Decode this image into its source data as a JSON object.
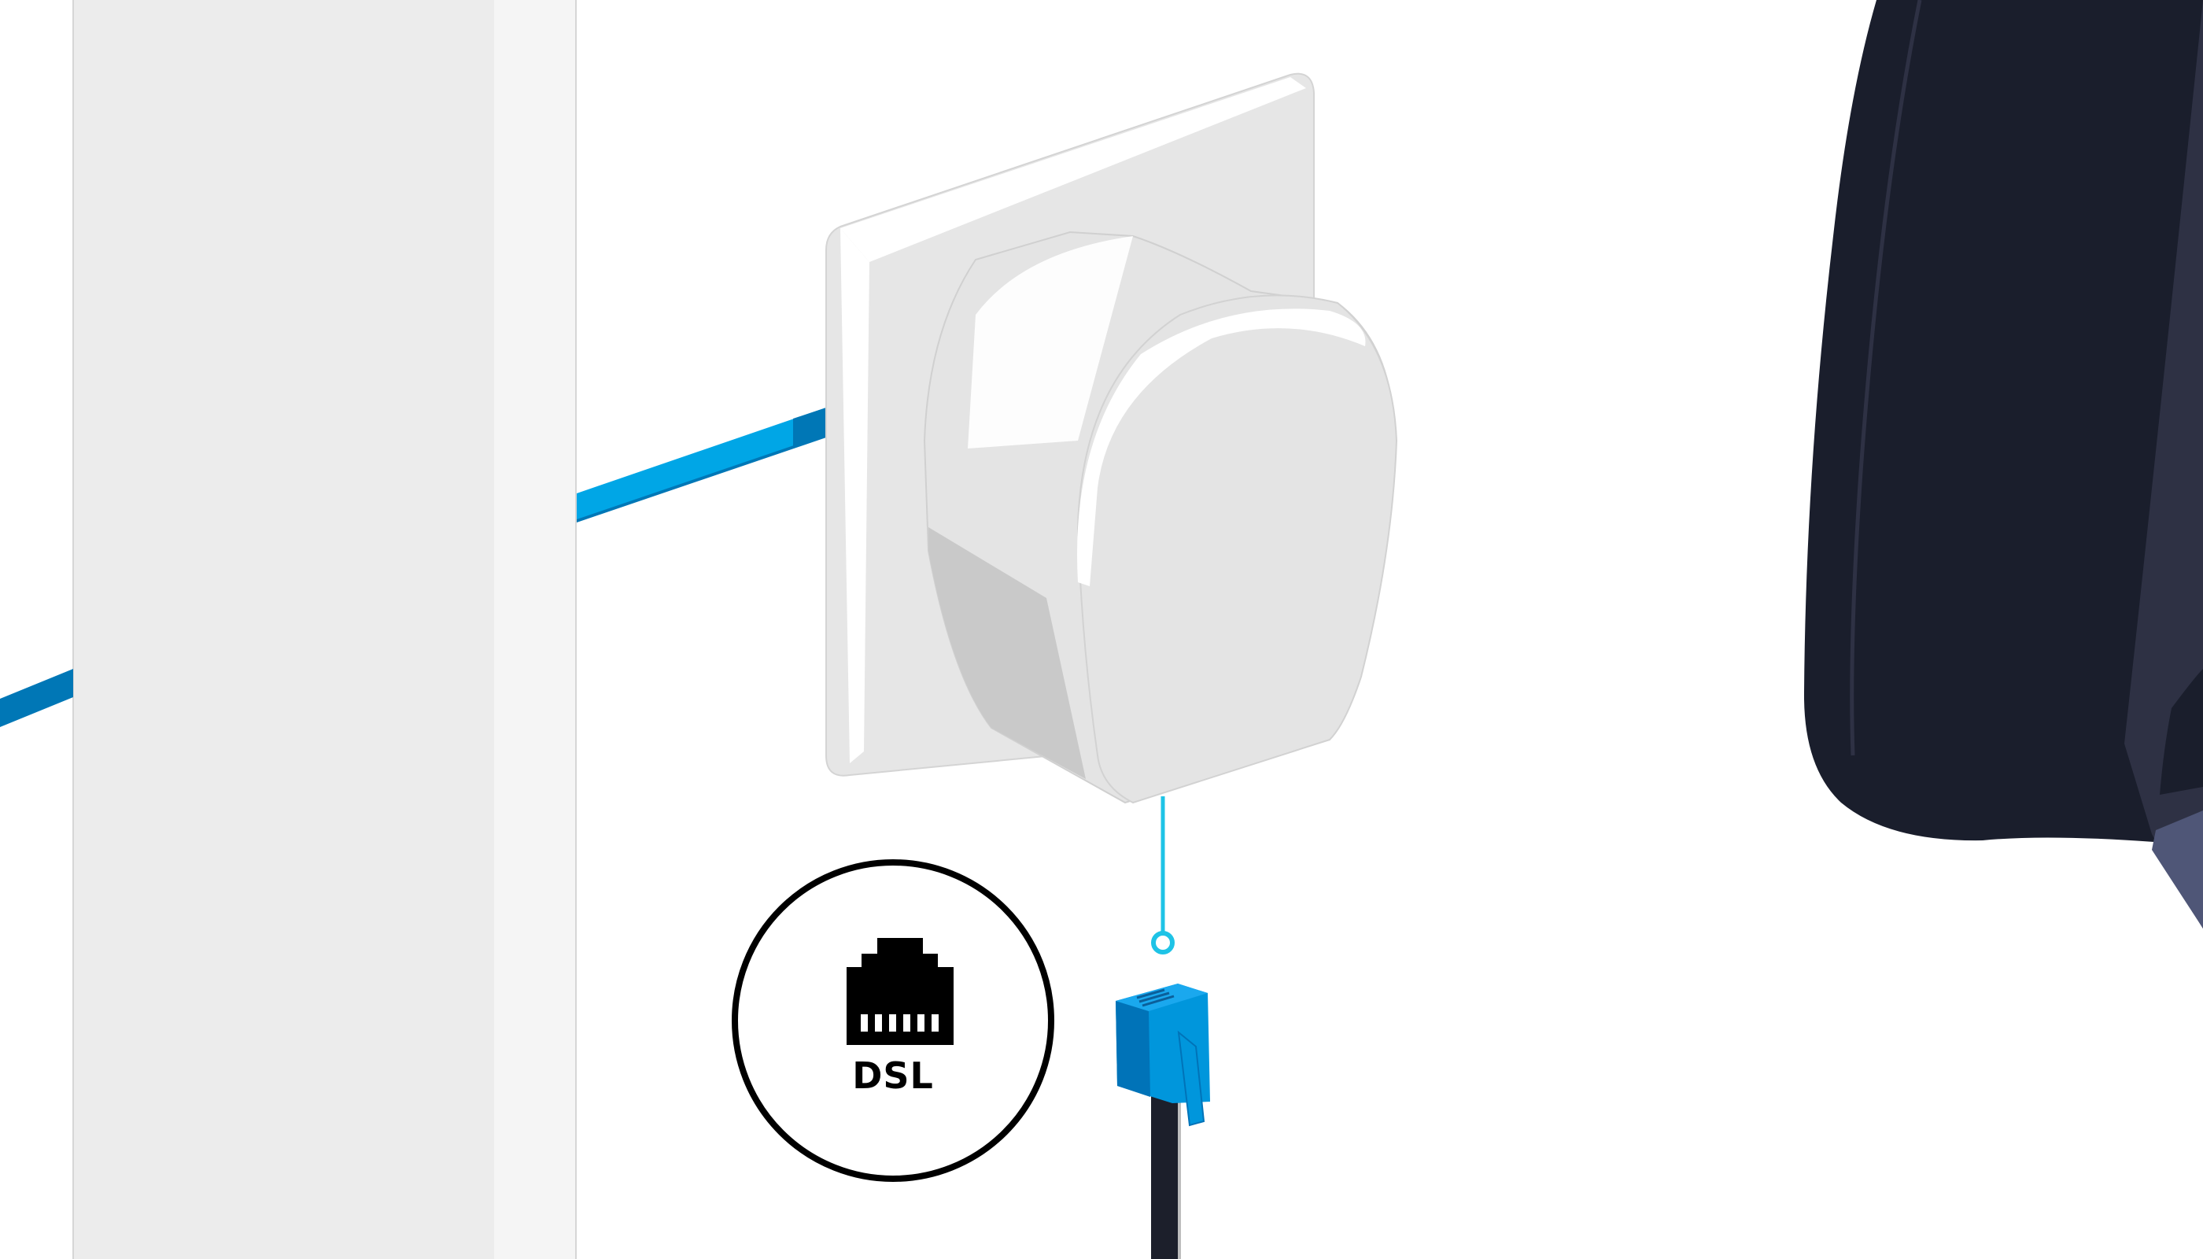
{
  "scene": {
    "title": "DSL wall socket connection illustration",
    "background": "#ffffff"
  },
  "wall": {
    "face_color": "#ececec",
    "side_color": "#f5f5f5",
    "edge_color": "#d6d6d6"
  },
  "cables": {
    "line_color_bright": "#00a6e6",
    "line_color_dark": "#0077b6",
    "dsl_cable_color": "#1c1f2b"
  },
  "wall_socket": {
    "plate_color": "#e6e6e6",
    "highlight_color": "#ffffff",
    "shadow_color": "#c8c8c8"
  },
  "callout": {
    "leader_color": "#1ec3e6"
  },
  "badge": {
    "icon": "ethernet-port-icon",
    "label": "DSL"
  },
  "connector": {
    "type": "RJ11",
    "color": "#0096dc",
    "dark_color": "#0073b8"
  },
  "router": {
    "body_color": "#1a1e2c",
    "panel_color": "#2e3144",
    "accent_color": "#4f5677"
  }
}
